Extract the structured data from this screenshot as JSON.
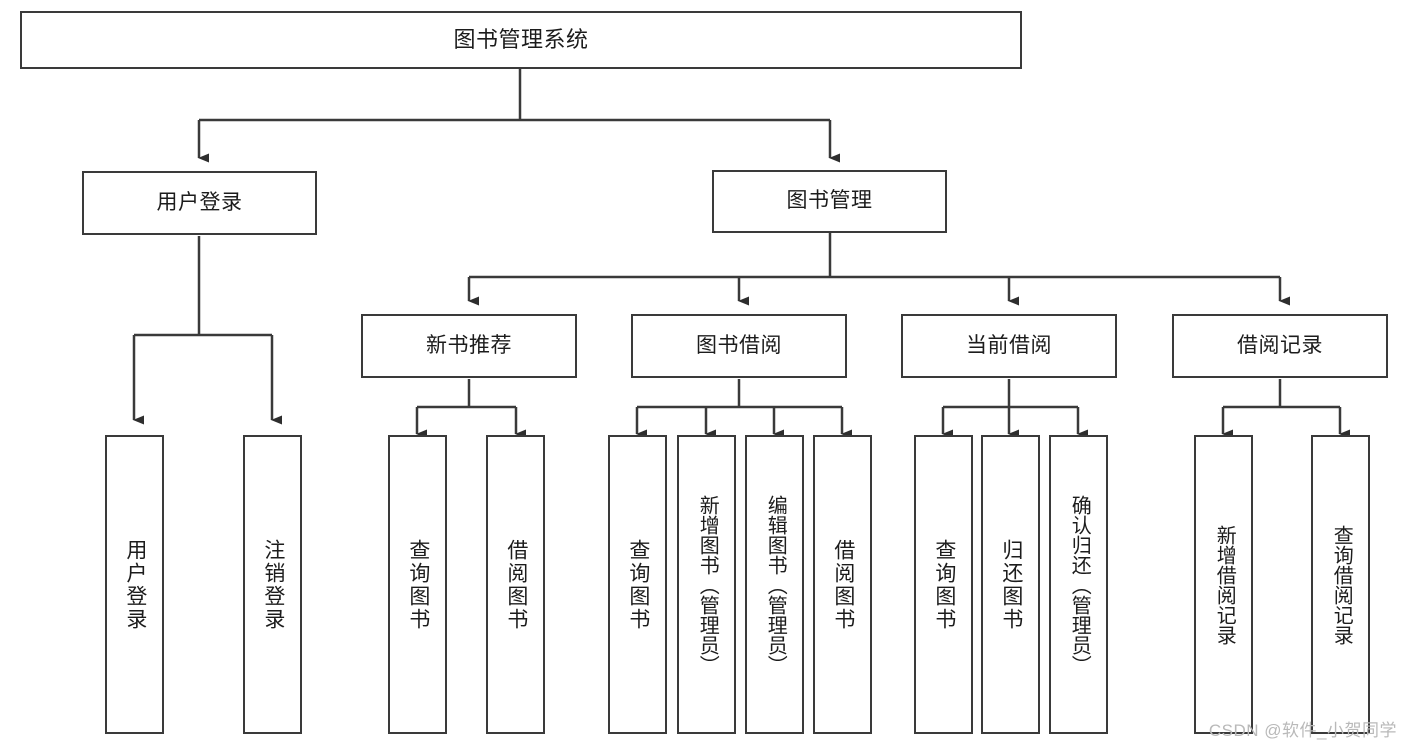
{
  "diagram": {
    "type": "tree",
    "title": "图书管理系统",
    "watermark": "CSDN @软件_小贺同学",
    "colors": {
      "stroke": "#3a3a3a",
      "fill": "#ffffff",
      "text": "#1c1c1c",
      "watermark": "#b9b9b9"
    },
    "nodes": {
      "root": {
        "label": "图书管理系统"
      },
      "level2": [
        {
          "id": "user-login",
          "label": "用户登录"
        },
        {
          "id": "book-manage",
          "label": "图书管理"
        }
      ],
      "level3": [
        {
          "id": "new-book-rec",
          "label": "新书推荐"
        },
        {
          "id": "book-borrow",
          "label": "图书借阅"
        },
        {
          "id": "current-borrow",
          "label": "当前借阅"
        },
        {
          "id": "borrow-record",
          "label": "借阅记录"
        }
      ],
      "leaves": {
        "user-login": [
          {
            "id": "leaf-user-login",
            "label": "用户登录"
          },
          {
            "id": "leaf-logout-login",
            "label": "注销登录"
          }
        ],
        "new-book-rec": [
          {
            "id": "leaf-query-book-1",
            "label": "查询图书"
          },
          {
            "id": "leaf-borrow-book-1",
            "label": "借阅图书"
          }
        ],
        "book-borrow": [
          {
            "id": "leaf-query-book-2",
            "label": "查询图书"
          },
          {
            "id": "leaf-add-book",
            "label": "新增图书（管理员）"
          },
          {
            "id": "leaf-edit-book",
            "label": "编辑图书（管理员）"
          },
          {
            "id": "leaf-borrow-book-2",
            "label": "借阅图书"
          }
        ],
        "current-borrow": [
          {
            "id": "leaf-query-book-3",
            "label": "查询图书"
          },
          {
            "id": "leaf-return-book",
            "label": "归还图书"
          },
          {
            "id": "leaf-confirm-return",
            "label": "确认归还（管理员）"
          }
        ],
        "borrow-record": [
          {
            "id": "leaf-add-record",
            "label": "新增借阅记录"
          },
          {
            "id": "leaf-query-record",
            "label": "查询借阅记录"
          }
        ]
      }
    }
  }
}
